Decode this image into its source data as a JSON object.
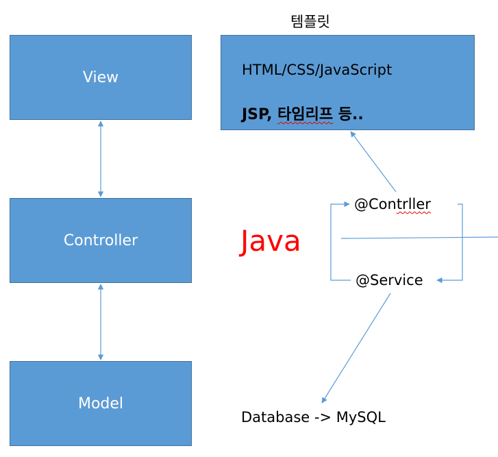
{
  "mvc": {
    "view": "View",
    "controller": "Controller",
    "model": "Model"
  },
  "template": {
    "title": "템플릿",
    "line1": "HTML/CSS/JavaScript",
    "line2_prefix": "JSP, ",
    "line2_squiggle": "타임리프",
    "line2_suffix": " 등.."
  },
  "java": {
    "label": "Java",
    "controller_annotation_prefix": "@Con",
    "controller_annotation_squiggle": "trller",
    "service_annotation": "@Service"
  },
  "database": {
    "label": "Database -> MySQL"
  },
  "colors": {
    "box_fill": "#5b9bd5",
    "box_border": "#41719c",
    "arrow": "#5b9bd5",
    "java": "#ff0000"
  }
}
